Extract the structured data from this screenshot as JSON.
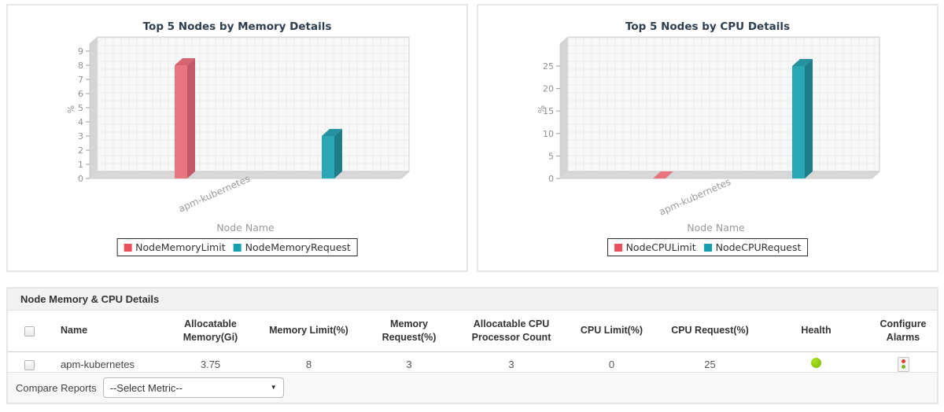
{
  "chart_data": [
    {
      "type": "bar",
      "title": "Top 5 Nodes by Memory Details",
      "ylabel": "%",
      "xlabel": "Node Name",
      "categories": [
        "apm-kubernetes"
      ],
      "y_ticks": [
        0,
        1,
        2,
        3,
        4,
        5,
        6,
        7,
        8,
        9
      ],
      "ylim": [
        0,
        9.5
      ],
      "grid": true,
      "legend_position": "bottom",
      "series": [
        {
          "name": "NodeMemoryLimit",
          "value": 8,
          "legend_color": "#E8505C",
          "bar_front": "#E8757F",
          "bar_top": "#D66571",
          "bar_side": "#C25A66"
        },
        {
          "name": "NodeMemoryRequest",
          "value": 3,
          "legend_color": "#14A0B0",
          "bar_front": "#2BA6B4",
          "bar_top": "#2691A0",
          "bar_side": "#1F7D8A"
        }
      ]
    },
    {
      "type": "bar",
      "title": "Top 5 Nodes by CPU Details",
      "ylabel": "%",
      "xlabel": "Node Name",
      "categories": [
        "apm-kubernetes"
      ],
      "y_ticks": [
        0,
        5,
        10,
        15,
        20,
        25
      ],
      "ylim": [
        0,
        29
      ],
      "grid": true,
      "legend_position": "bottom",
      "series": [
        {
          "name": "NodeCPULimit",
          "value": 0,
          "legend_color": "#E8505C",
          "bar_front": "#E8757F",
          "bar_top": "#D66571",
          "bar_side": "#C25A66"
        },
        {
          "name": "NodeCPURequest",
          "value": 25,
          "legend_color": "#14A0B0",
          "bar_front": "#2BA6B4",
          "bar_top": "#2691A0",
          "bar_side": "#1F7D8A"
        }
      ]
    }
  ],
  "table": {
    "title": "Node Memory & CPU Details",
    "columns": [
      "Name",
      "Allocatable Memory(Gi)",
      "Memory Limit(%)",
      "Memory Request(%)",
      "Allocatable CPU Processor Count",
      "CPU Limit(%)",
      "CPU Request(%)",
      "Health",
      "Configure Alarms"
    ],
    "rows": [
      {
        "name": "apm-kubernetes",
        "values": [
          "3.75",
          "8",
          "3",
          "3",
          "0",
          "25"
        ],
        "health": "green"
      }
    ]
  },
  "footer": {
    "compare_label": "Compare Reports",
    "select_value": "--Select Metric--"
  },
  "colors": {
    "health_green": "#8CC908",
    "alarm_red": "#E23B2E",
    "alarm_green": "#76B82A",
    "axis_text": "#8f8f8f",
    "axis_label": "#9a9a9a"
  }
}
